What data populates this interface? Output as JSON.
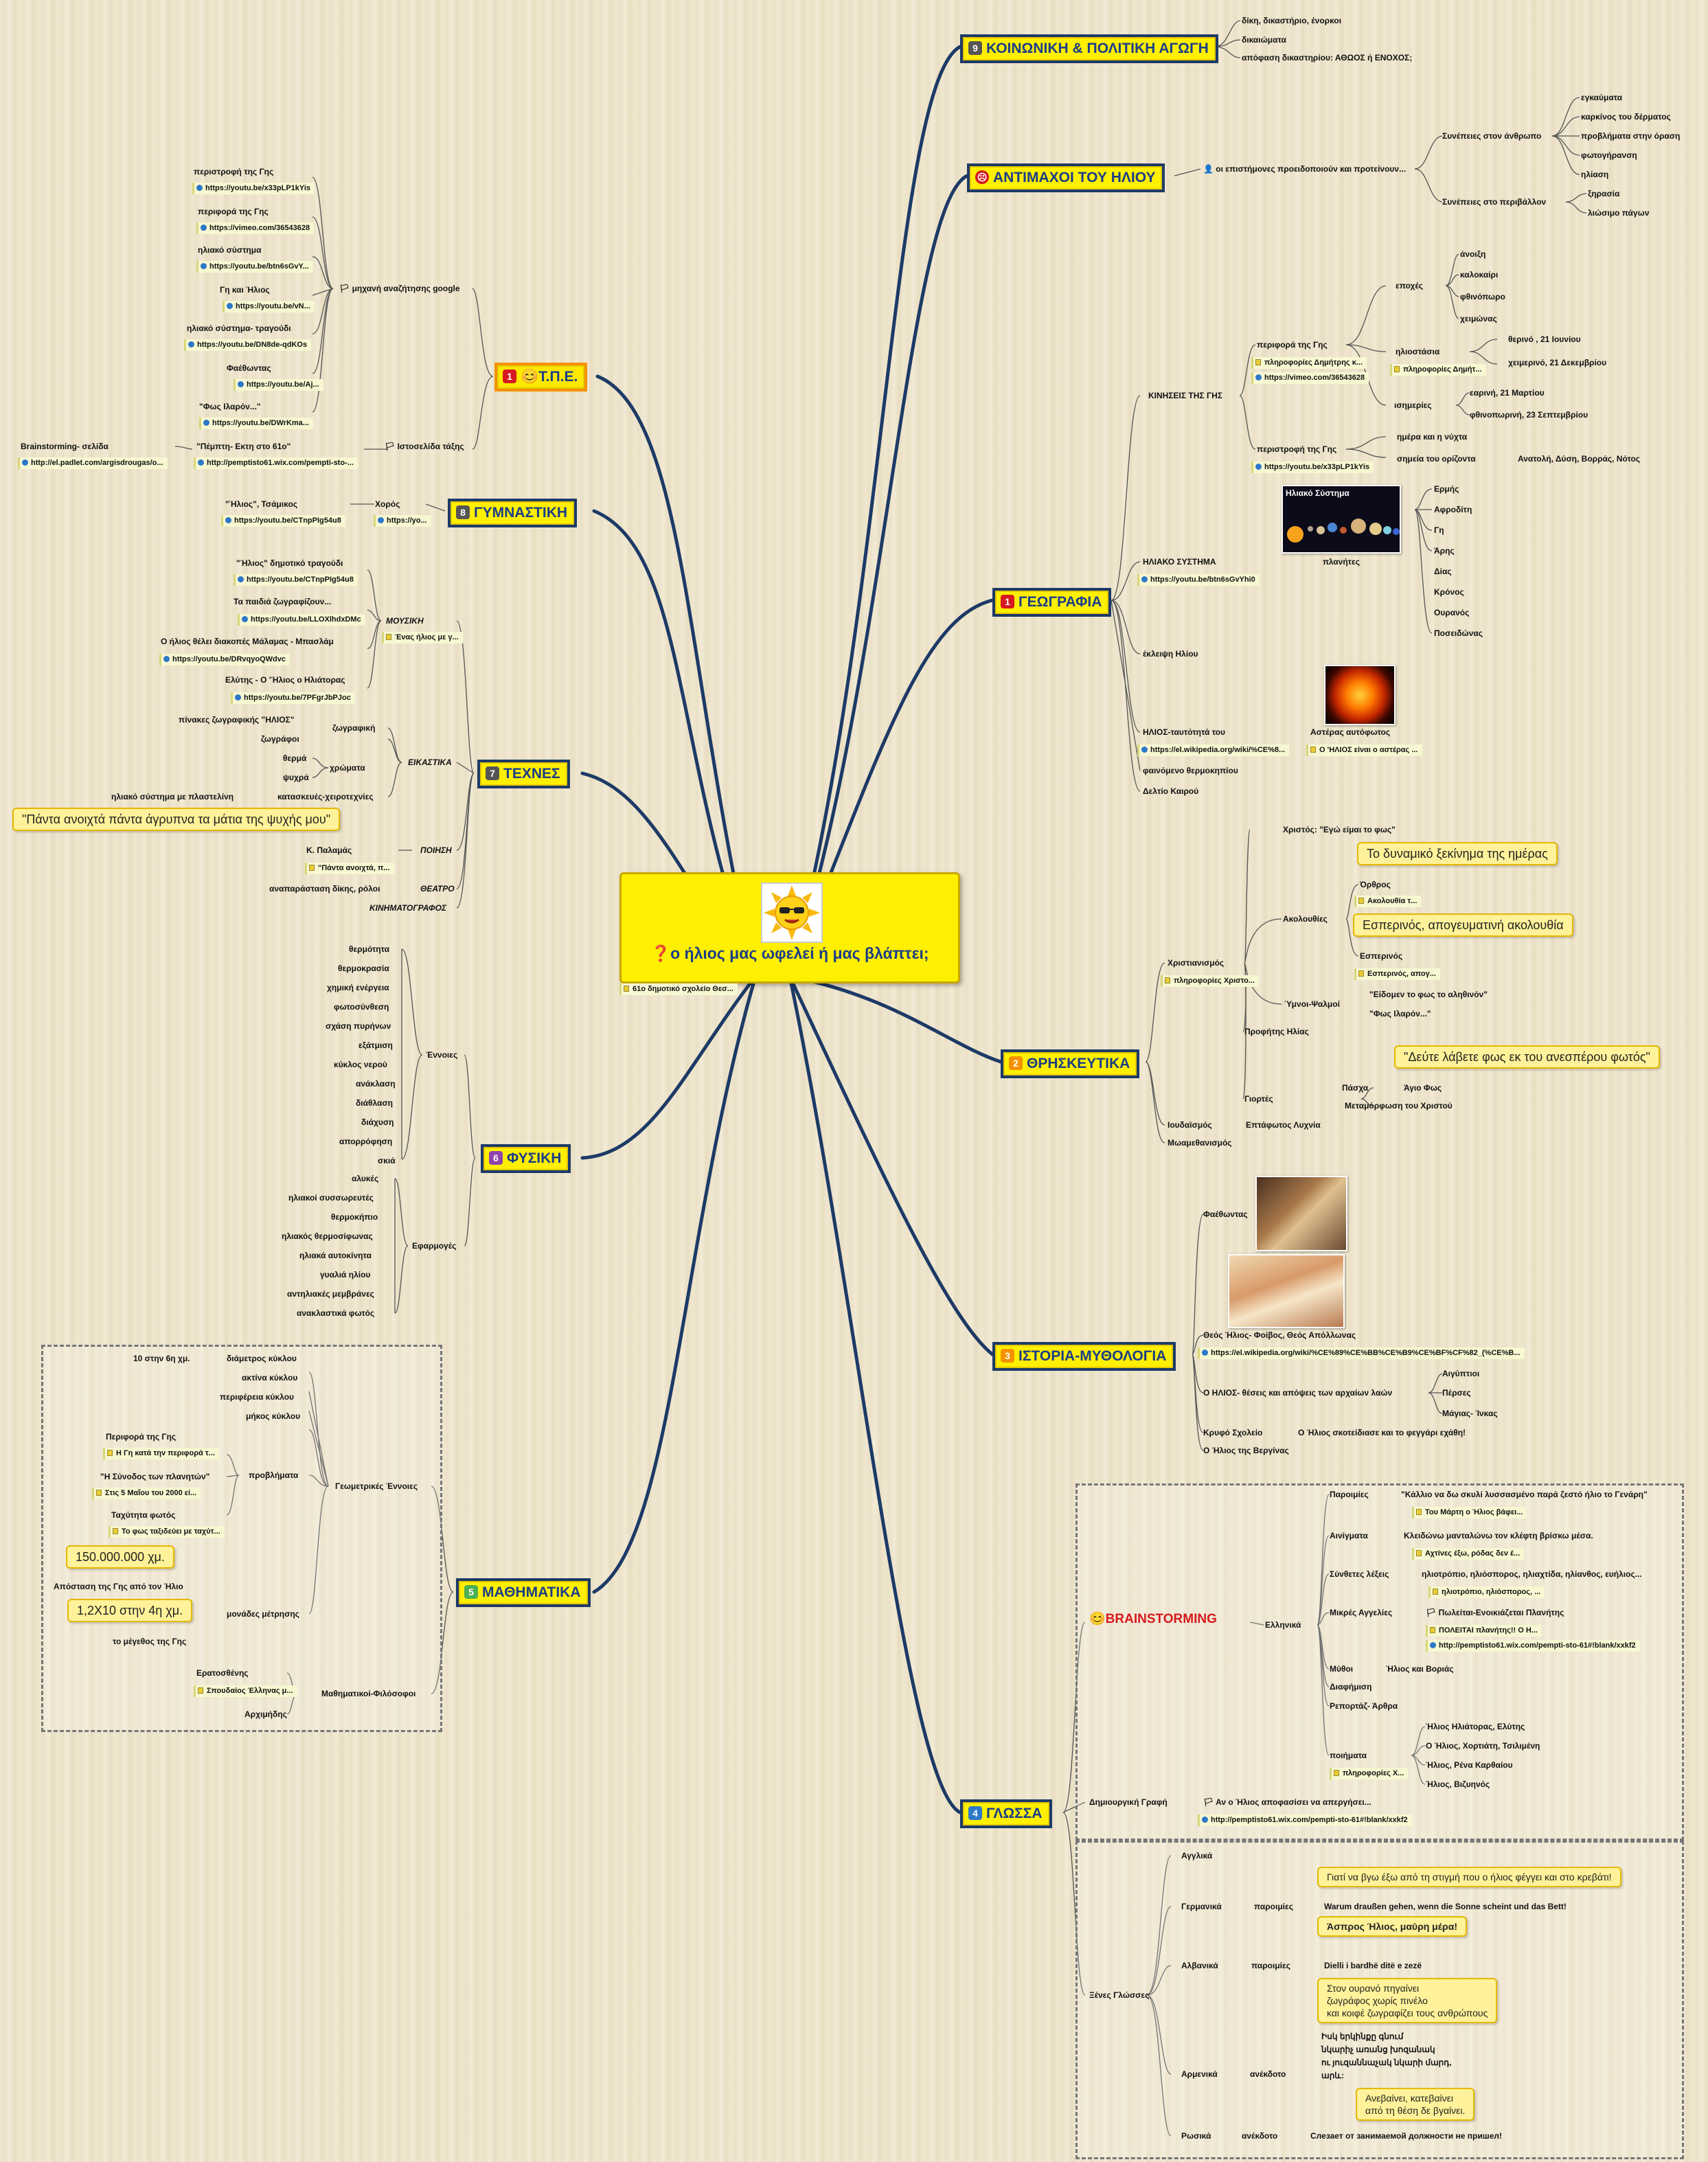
{
  "center": {
    "title": "❓ο ήλιος μας ωφελεί ή μας βλάπτει;",
    "note": "61ο δημοτικό σχολείο Θεσ..."
  },
  "topics": {
    "koinoniki": {
      "num": "9",
      "label": "ΚΟΙΝΩΝΙΚΗ & ΠΟΛΙΤΙΚΗ ΑΓΩΓΗ",
      "items": [
        "δίκη, δικαστήριο, ένορκοι",
        "δικαιώματα",
        "απόφαση δικαστηρίου: ΑΘΩΟΣ ή ΕΝΟΧΟΣ;"
      ]
    },
    "antimaxoi": {
      "label": "ΑΝΤΙΜΑΧΟΙ ΤΟΥ ΗΛΙΟΥ",
      "scientists": "👤 οι επιστήμονες προειδοποιούν και προτείνουν...",
      "people_label": "Συνέπειες στον άνθρωπο",
      "people": [
        "εγκαύματα",
        "καρκίνος του δέρματος",
        "προβλήματα στην όραση",
        "φωτογήρανση",
        "ηλίαση"
      ],
      "env_label": "Συνέπειες στο  περιβάλλον",
      "env": [
        "ξηρασία",
        "λιώσιμο πάγων"
      ]
    },
    "geografia": {
      "num": "1",
      "label": "ΓΕΩΓΡΑΦΙΑ",
      "kiniseis": "ΚΙΝΗΣΕΙΣ ΤΗΣ ΓΗΣ",
      "periforo": "περιφορά της Γης",
      "periforo_note": "πληροφορίες Δημήτρης κ...",
      "periforo_link": "https://vimeo.com/36543628",
      "epoxes": "εποχές",
      "seasons": [
        "άνοιξη",
        "καλοκαίρι",
        "φθινόπωρο",
        "χειμώνας"
      ],
      "iliostasia": "ηλιοστάσια",
      "iliostasia_note": "πληροφορίες Δημήτ...",
      "theros": "θερινό , 21 Ιουνίου",
      "xeim": "χειμερινό, 21 Δεκεμβρίου",
      "isimeries": "ισημερίες",
      "earini": "εαρινή, 21 Μαρτίου",
      "fthin": "φθινοπωρινή, 23 Σεπτεμβρίου",
      "peristrofi": "περιστροφή της Γης",
      "peristrofi_link": "https://youtu.be/x33pLP1kYis",
      "mera": "ημέρα και η νύχτα",
      "simeia": "σημεία του ορίζοντα",
      "simeia_val": "Ανατολή, Δύση, Βορράς, Νότος",
      "iliako": "ΗΛΙΑΚΟ ΣΥΣΤΗΜΑ",
      "iliako_link": "https://youtu.be/btn6sGvYhi0",
      "solar_img": "Ηλιακό Σύστημα",
      "planites": "πλανήτες",
      "planets": [
        "Ερμής",
        "Αφροδίτη",
        "Γη",
        "Άρης",
        "Δίας",
        "Κρόνος",
        "Ουρανός",
        "Ποσειδώνας"
      ],
      "ekleipsi": "έκλειψη Ηλίου",
      "ilios": "ΗΛΙΟΣ-ταυτότητά του",
      "ilios_link": "https://el.wikipedia.org/wiki/%CE%8...",
      "asteras": "Αστέρας  αυτόφωτος",
      "asteras_note": "Ο 'ΗΛΙΟΣ είναι ο αστέρας ...",
      "thermo": "φαινόμενο θερμοκηπίου",
      "deltio": "Δελτίο Καιρού"
    },
    "thriskeftika": {
      "num": "2",
      "label": "ΘΡΗΣΚΕΥΤΙΚΑ",
      "xrist": "Χριστιανισμός",
      "xrist_note": "πληροφορίες Χριστο...",
      "xristos": "Χριστός: \"Εγώ είμαι το φως\"",
      "akolouthies": "Ακολουθίες",
      "c1": "Το δυναμικό ξεκίνημα της ημέρας",
      "orthros": "Όρθρος",
      "orthros_note": "Ακολουθία τ...",
      "c2": "Εσπερινός, απογευματινή ακολουθία",
      "esperinos": "Εσπερινός",
      "esperinos_note": "Εσπερινός, απογ...",
      "ymnoi": "Ύμνοι-Ψαλμοί",
      "y1": "\"Είδομεν το φως το αληθινόν\"",
      "y2": "\"Φως Ιλαρόν...\"",
      "profitis": "Προφήτης Ηλίας",
      "c3": "\"Δεύτε λάβετε φως εκ του ανεσπέρου φωτός\"",
      "giortes": "Γιορτές",
      "pasxa": "Πάσχα",
      "agio": "Άγιο Φως",
      "metamorfosi": "Μεταμόρφωση του Χριστού",
      "ioud": "Ιουδαϊσμός",
      "lyxnia": "Επτάφωτος Λυχνία",
      "moham": "Μωαμεθανισμός"
    },
    "istoria": {
      "num": "3",
      "label": "ΙΣΤΟΡΙΑ-ΜΥΘΟΛΟΓΙΑ",
      "faethontas": "Φαέθωντας",
      "theos": "Θεός Ήλιος- Φοίβος, Θεός Απόλλωνας",
      "theos_link": "https://el.wikipedia.org/wiki/%CE%89%CE%BB%CE%B9%CE%BF%CF%82_(%CE%B...",
      "ilios_apopseis": "Ο ΗΛΙΟΣ- θέσεις και απόψεις των αρχαίων λαών",
      "laoi": [
        "Αιγύπτιοι",
        "Πέρσες",
        "Μάγιας- Ίνκας"
      ],
      "kryfo": "Κρυφό Σχολείο",
      "kryfo_val": "Ο Ήλιος σκοτείδιασε και το φεγγάρι εχάθη!",
      "vergina": "Ο Ήλιος της Βεργίνας"
    },
    "glossa": {
      "num": "4",
      "label": "ΓΛΩΣΣΑ",
      "brainstorming": "😊BRAINSTORMING",
      "ellinika": "Ελληνικά",
      "paroimies": "Παροιμίες",
      "par1": "\"Κάλλιο να δω σκυλί λυσσασμένο παρά ζεστό ήλιο το Γενάρη\"",
      "par_note": "Του Μάρτη ο Ήλιος βάφει...",
      "ainigmata": "Αινίγματα",
      "ain1": "Κλειδώνω μανταλώνω τον κλέφτη βρίσκω μέσα.",
      "ain_note": "Αχτίνες έξω, ρόδας δεν έ...",
      "syntheta": "Σύνθετες λέξεις",
      "syn1": "ηλιοτρόπιο, ηλιόσπορος, ηλιαχτίδα, ηλίανθος, ευήλιος...",
      "syn_note": "ηλιοτρόπιο, ηλιόσπορος, ...",
      "mikres": "Μικρές Αγγελίες",
      "mik1": "🏳 Πωλείται-Ενοικιάζεται Πλανήτης",
      "mik_note": "ΠΟΛΕΙΤΑΙ πλανήτης!!  Ο Η...",
      "mik_link": "http://pemptisto61.wix.com/pempti-sto-61#!blank/xxkf2",
      "mythoi": "Μύθοι",
      "mythoi_val": "Ήλιος και Βοριάς",
      "diafimisi": "Διαφήμιση",
      "reportaz": "Ρεπορτάζ- Άρθρα",
      "poiimata": "ποιήματα",
      "poi_note": "πληροφορίες Χ...",
      "poems": [
        "Ήλιος Ηλιάτορας, Ελύτης",
        "Ο Ήλιος,  Χορτιάτη, Τσιλιμένη",
        "Ήλιος, Ρένα Καρθαίου",
        "Ήλιος,  Βιζυηνός"
      ],
      "dimiourgiki": "Δημιουργική Γραφή",
      "dim_val": "🏳 Αν ο Ήλιος αποφασίσει να απεργήσει...",
      "dim_link": "http://pemptisto61.wix.com/pempti-sto-61#!blank/xxkf2",
      "xenes": "Ξένες Γλώσσες",
      "agglika": "Αγγλικά",
      "c_eng": "Γιατί να βγω έξω από τη στιγμή που ο ήλιος φέγγει και στο κρεβάτι!",
      "germanika": "Γερμανικά",
      "parom": "παροιμίες",
      "ger_val": "Warum draußen gehen, wenn die Sonne scheint und das Bett!",
      "c_alb": "Άσπρος Ήλιος, μαύρη μέρα!",
      "alvanika": "Αλβανικά",
      "alb_val": "Dielli i bardhë ditë e zezë",
      "c_arm": "Στον ουρανό πηγαίνει\nζωγράφος χωρίς πινέλο\nκαι κοιφέ ζωγραφίζει τους ανθρώπους",
      "armeniki_text": "Իսկ երկինքը գնում\nնկարիչ առանց խոզանակ\nու յուզաննաչակ նկարի մարդ,\nարև:",
      "armenika": "Αρμενικά",
      "anekdoto": "ανέκδοτο",
      "c_rus": "Ανεβαίνει, κατεβαίνει\nαπό τη θέση δε βγαίνει.",
      "rosika": "Ρωσικά",
      "rus_val": "Слезает от занимаемой должности не пришел!"
    },
    "tpe": {
      "num": "1",
      "label": "😊Τ.Π.Ε.",
      "mixani": "🏳 μηχανή αναζήτησης  google",
      "istoselida": "🏳 Ιστοσελίδα τάξης",
      "items": [
        {
          "t": "περιστροφή της Γης",
          "l": "https://youtu.be/x33pLP1kYis"
        },
        {
          "t": "περιφορά της Γης",
          "l": "https://vimeo.com/36543628"
        },
        {
          "t": "ηλιακό σύστημα",
          "l": "https://youtu.be/btn6sGvY..."
        },
        {
          "t": "Γη και  Ήλιος",
          "l": "https://youtu.be/vN..."
        },
        {
          "t": "ηλιακό σύστημα- τραγούδι",
          "l": "https://youtu.be/DN8de-qdKOs"
        },
        {
          "t": "Φαέθωντας",
          "l": "https://youtu.be/Aj..."
        },
        {
          "t": "\"Φως Ιλαρόν...\"",
          "l": "https://youtu.be/DWrKma..."
        }
      ],
      "pempti": "\"Πέμπτη- Εκτη στο 61ο\"",
      "pempti_link": "http://pemptisto61.wix.com/pempti-sto-...",
      "brain": "Brainstorming- σελίδα",
      "brain_link": "http://el.padlet.com/argisdrougas/o..."
    },
    "gymnastiki": {
      "num": "8",
      "label": "ΓΥΜΝΑΣΤΙΚΗ",
      "tsamikos": "\"Ήλιος\", Τσάμικος",
      "tsam_link": "https://youtu.be/CTnpPIg54u8",
      "xoros": "Χορός",
      "xoros_link": "https://yo..."
    },
    "texnes": {
      "num": "7",
      "label": "ΤΕΧΝΕΣ",
      "mousiki": "ΜΟΥΣΙΚΗ",
      "mousiki_note": "Ένας ήλιος με γ...",
      "songs": [
        {
          "t": "\"Ήλιος\" δημοτικό τραγούδι",
          "l": "https://youtu.be/CTnpPIg54u8"
        },
        {
          "t": "Τα παιδιά ζωγραφίζουν...",
          "l": "https://youtu.be/LLOXlhdxDMc"
        },
        {
          "t": "Ο ήλιος θέλει διακοπές Μάλαμας - Μπασλάμ",
          "l": "https://youtu.be/DRvqyoQWdvc"
        },
        {
          "t": "Ελύτης - Ο 'Ήλιος ο Ηλιάτορας",
          "l": "https://youtu.be/7PFgrJbPJoc"
        }
      ],
      "eikastika": "ΕΙΚΑΣΤΙΚΑ",
      "pinakes": "πίνακες ζωγραφικής \"ΗΛΙΟΣ\"",
      "zografiki": "ζωγραφική",
      "zografoi": "ζωγράφοι",
      "xromata": "χρώματα",
      "therma": "θερμά",
      "psyxra": "ψυχρά",
      "kataskeves": "κατασκευές-χειροτεχνίες",
      "iliako_plast": "ηλιακό σύστημα με πλαστελίνη",
      "poiisi": "ΠΟΙΗΣΗ",
      "palamas": "Κ. Παλαμάς",
      "palamas_note": "\"Πάντα ανοιχτά, π...",
      "c_pal": "\"Πάντα ανοιχτά πάντα άγρυπνα τα μάτια της ψυχής μου\"",
      "theatro": "ΘΕΑΤΡΟ",
      "anaparastasi": "αναπαράσταση δίκης, ρόλοι",
      "kinimatografos": "ΚΙΝΗΜΑΤΟΓΡΑΦΟΣ"
    },
    "fysiki": {
      "num": "6",
      "label": "ΦΥΣΙΚΗ",
      "ennoies": "Έννοιες",
      "ennoies_items": [
        "θερμότητα",
        "θερμοκρασία",
        "χημική ενέργεια",
        "φωτοσύνθεση",
        "σχάση πυρήνων",
        "εξάτμιση",
        "κύκλος νερού",
        "ανάκλαση",
        "διάθλαση",
        "διάχυση",
        "απορρόφηση",
        "σκιά"
      ],
      "efarmoges": "Εφαρμογές",
      "efarmoges_items": [
        "αλυκές",
        "ηλιακοί συσσωρευτές",
        "θερμοκήπιο",
        "ηλιακός θερμοσίφωνας",
        "ηλιακά αυτοκίνητα",
        "γυαλιά ηλίου",
        "αντηλιακές μεμβράνες",
        "ανακλαστικά φωτός"
      ]
    },
    "mathimatika": {
      "num": "5",
      "label": "ΜΑΘΗΜΑΤΙΚΑ",
      "geom": "Γεωμετρικές Έννοιες",
      "geom_items": [
        "διάμετρος κύκλου",
        "ακτίνα κύκλου",
        "περιφέρεια κύκλου",
        "μήκος κύκλου"
      ],
      "diam_val": "10 στην 6η χμ.",
      "provlimata": "προβλήματα",
      "p1": "Περιφορά της Γης",
      "p1_note": "Η Γη κατά την περιφορά τ...",
      "p2": "\"Η Σύνοδος των πλανητών\"",
      "p2_note": "Στις 5 Μαΐου του 2000 εί...",
      "p3": "Ταχύτητα φωτός",
      "p3_note": "Το φως ταξιδεύει με ταχύτ...",
      "c_dist": "150.000.000 χμ.",
      "apostasi": "Απόσταση της Γης από τον Ήλιο",
      "c_size": "1,2Χ10 στην 4η χμ.",
      "megethos": "το μέγεθος της Γης",
      "monades": "μονάδες μέτρησης",
      "filosofoi": "Μαθηματικοί-Φιλόσοφοι",
      "eratosthenis": "Ερατοσθένης",
      "spoud_note": "Σπουδαίος Έλληνας μ...",
      "arximidis": "Αρχιμήδης"
    }
  },
  "colors": {
    "topic_fill": "#ffef00",
    "topic_border": "#1d3a66",
    "branch": "#1d3a66"
  }
}
